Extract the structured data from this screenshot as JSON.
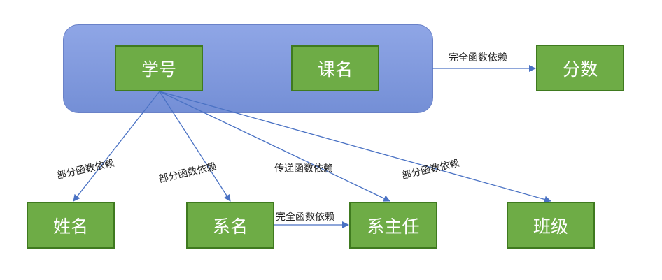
{
  "nodes": {
    "student_id": "学号",
    "course_name": "课名",
    "score": "分数",
    "name": "姓名",
    "department": "系名",
    "dept_head": "系主任",
    "class": "班级"
  },
  "edges": [
    {
      "from": "group",
      "to": "score",
      "label": "完全函数依赖"
    },
    {
      "from": "student_id",
      "to": "name",
      "label": "部分函数依赖"
    },
    {
      "from": "student_id",
      "to": "department",
      "label": "部分函数依赖"
    },
    {
      "from": "student_id",
      "to": "dept_head",
      "label": "传递函数依赖"
    },
    {
      "from": "student_id",
      "to": "class",
      "label": "部分函数依赖"
    },
    {
      "from": "department",
      "to": "dept_head",
      "label": "完全函数依赖"
    }
  ],
  "colors": {
    "node_fill": "#6eac46",
    "node_border": "#3f7a1f",
    "group_fill": "#8fa6e6",
    "arrow": "#4a72c4"
  }
}
